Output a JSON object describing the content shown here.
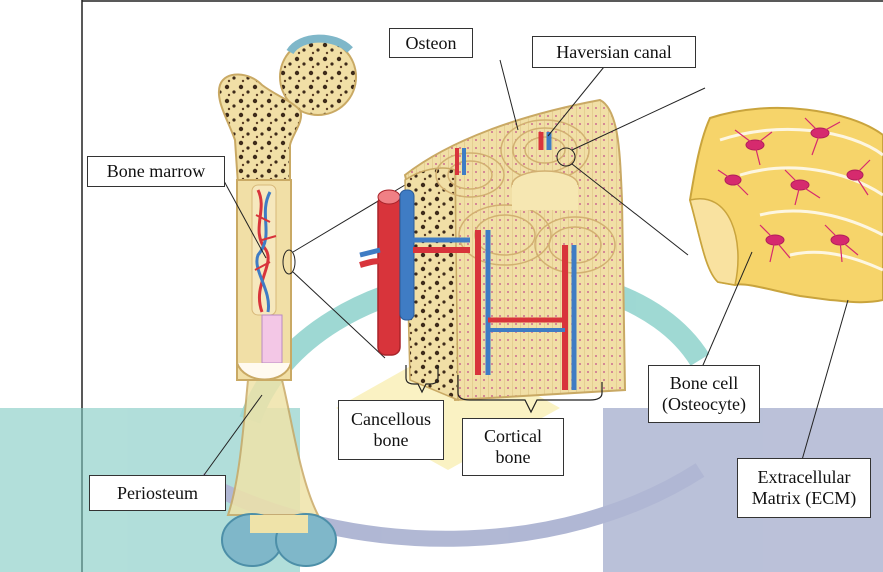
{
  "labels": {
    "osteon": "Osteon",
    "haversian_canal": "Haversian canal",
    "bone_marrow": "Bone marrow",
    "cancellous_bone_line1": "Cancellous",
    "cancellous_bone_line2": "bone",
    "cortical_bone_line1": "Cortical",
    "cortical_bone_line2": "bone",
    "bone_cell_line1": "Bone cell",
    "bone_cell_line2": "(Osteocyte)",
    "periosteum": "Periosteum",
    "ecm_line1": "Extracellular",
    "ecm_line2": "Matrix (ECM)"
  },
  "colors": {
    "bone": "#f1dfa6",
    "bone_dark": "#e3c884",
    "marrow_pores": "#3d2a1a",
    "artery": "#d8343b",
    "vein": "#3f7cc4",
    "cell": "#d62a6e",
    "watermark_teal": "#4fb8b0",
    "watermark_navy": "#3f4f8c",
    "watermark_yellow": "#f4e58a"
  }
}
